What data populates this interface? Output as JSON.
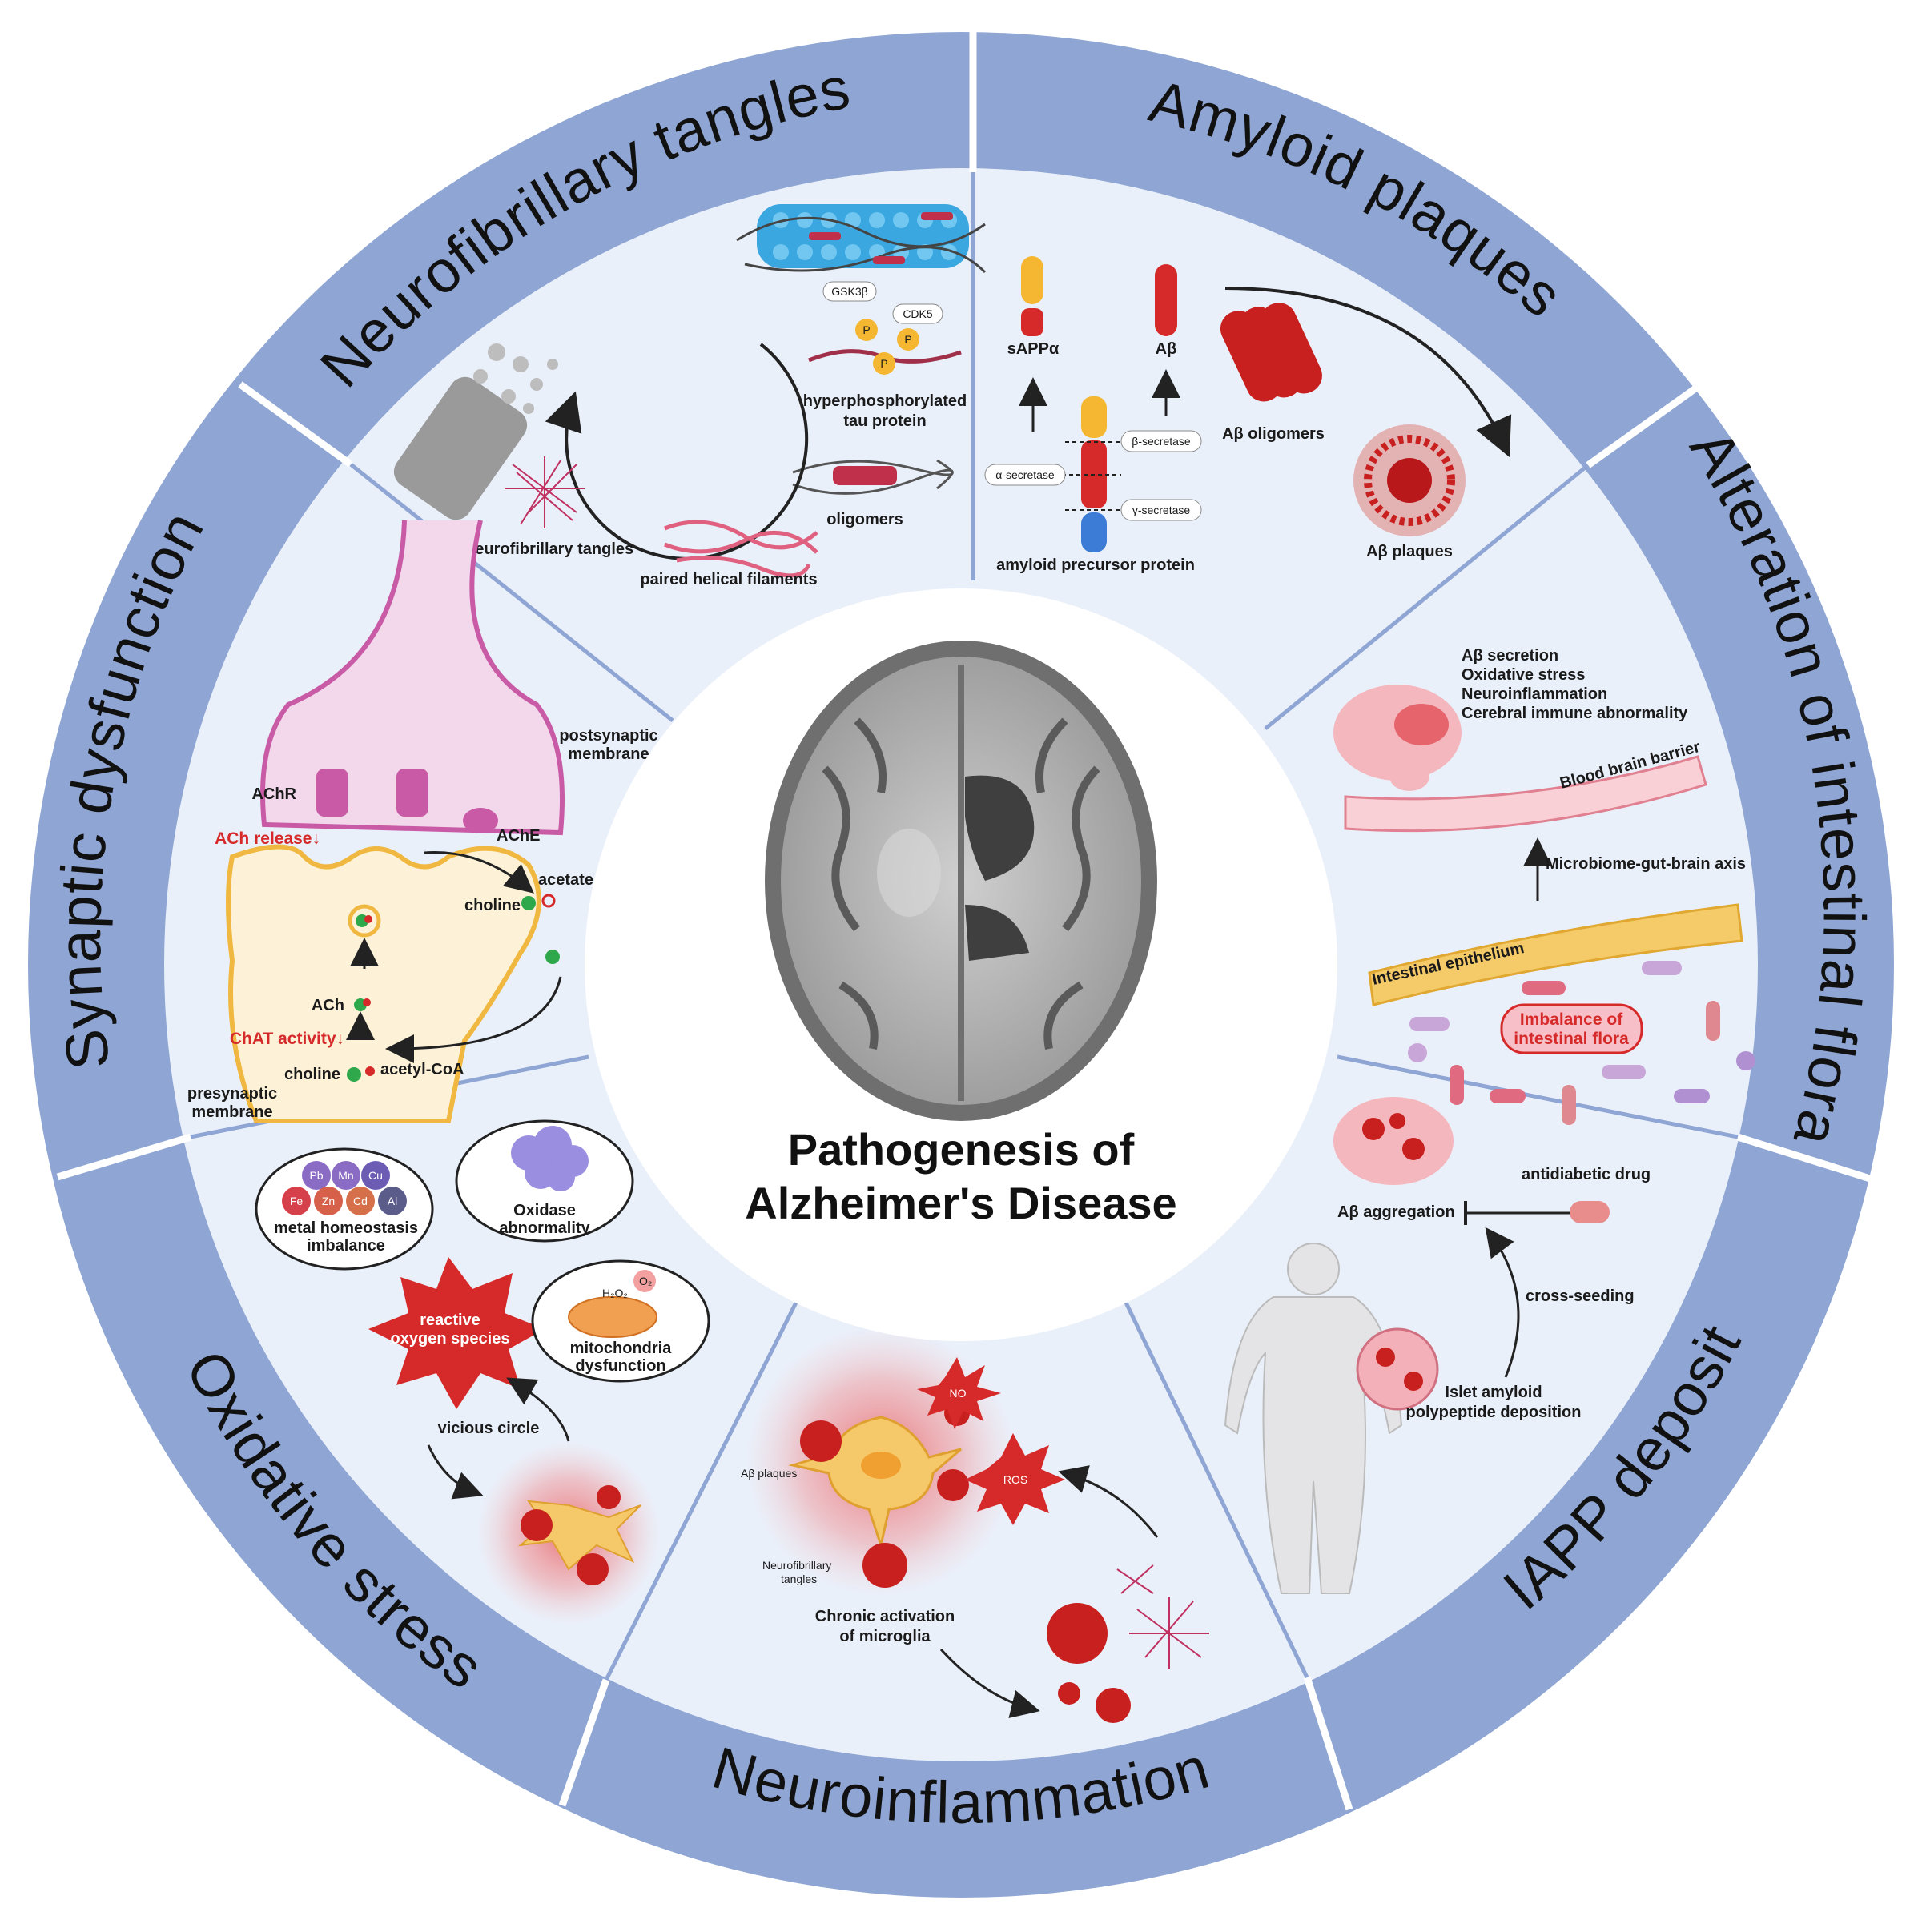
{
  "title": {
    "line1": "Pathogenesis of",
    "line2": "Alzheimer's Disease"
  },
  "ring_labels": {
    "neurofibrillary": "Neurofibrillary tangles",
    "amyloid": "Amyloid plaques",
    "intestinal": "Alteration of intestinal flora",
    "iapp": "IAPP deposit",
    "neuroinflammation": "Neuroinflammation",
    "oxidative": "Oxidative stress",
    "synaptic": "Synaptic dysfunction"
  },
  "tangles": {
    "gsk3b": "GSK3β",
    "cdk5": "CDK5",
    "p": "P",
    "hyper1": "hyperphosphorylated",
    "hyper2": "tau protein",
    "oligomers": "oligomers",
    "nft": "Neurofibrillary tangles",
    "phf": "paired helical filaments"
  },
  "amyloid": {
    "sappa": "sAPPα",
    "ab": "Aβ",
    "ab_oligomers": "Aβ oligomers",
    "beta_sec": "β-secretase",
    "alpha_sec": "α-secretase",
    "gamma_sec": "γ-secretase",
    "app": "amyloid precursor protein",
    "ab_plaques": "Aβ plaques"
  },
  "intestinal": {
    "effects": [
      "Aβ secretion",
      "Oxidative stress",
      "Neuroinflammation",
      "Cerebral immune abnormality"
    ],
    "bbb": "Blood brain barrier",
    "axis": "Microbiome-gut-brain axis",
    "epithelium": "Intestinal epithelium",
    "imbalance1": "Imbalance of",
    "imbalance2": "intestinal flora"
  },
  "iapp": {
    "antidiabetic": "antidiabetic drug",
    "ab_aggregation": "Aβ aggregation",
    "cross_seeding": "cross-seeding",
    "islet1": "Islet amyloid",
    "islet2": "polypeptide deposition"
  },
  "neuroinflammation": {
    "no": "NO",
    "ros": "ROS",
    "ab_plaques": "Aβ plaques",
    "nft1": "Neurofibrillary",
    "nft2": "tangles",
    "chronic1": "Chronic activation",
    "chronic2": "of microglia"
  },
  "oxidative": {
    "metals": [
      "Pb",
      "Mn",
      "Cu",
      "Fe",
      "Zn",
      "Cd",
      "Al"
    ],
    "metal1": "metal homeostasis",
    "metal2": "imbalance",
    "oxidase1": "Oxidase",
    "oxidase2": "abnormality",
    "ros1": "reactive",
    "ros2": "oxygen species",
    "mito_h2o2": "H₂O₂",
    "mito_o2": "O₂",
    "mito1": "mitochondria",
    "mito2": "dysfunction",
    "vicious": "vicious circle"
  },
  "synaptic": {
    "post1": "postsynaptic",
    "post2": "membrane",
    "achr": "AChR",
    "ache": "AChE",
    "ach_release": "ACh release↓",
    "acetate": "acetate",
    "choline": "choline",
    "ach": "ACh",
    "chat": "ChAT activity↓",
    "choline2": "choline",
    "acetylcoa": "acetyl-CoA",
    "pre1": "presynaptic",
    "pre2": "membrane"
  },
  "colors": {
    "ring": "#8fa6d4",
    "panel": "#eaf0fa",
    "accent_red": "#d62a2a",
    "tau_blue": "#3aa7e0",
    "synapse_pink": "#c85aa6",
    "synapse_yellow": "#f0b840"
  }
}
